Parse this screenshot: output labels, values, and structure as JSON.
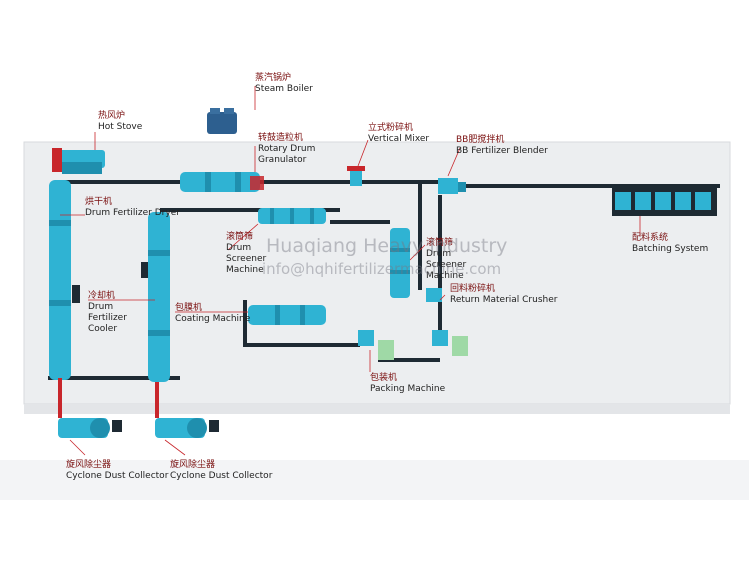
{
  "labels": {
    "steam_boiler": {
      "cn": "蒸汽锅炉",
      "en": "Steam Boiler"
    },
    "hot_stove": {
      "cn": "热风炉",
      "en": "Hot Stove"
    },
    "rotary_drum_granulator": {
      "cn": "转鼓造粒机",
      "en": "Rotary Drum Granulator"
    },
    "vertical_mixer": {
      "cn": "立式粉碎机",
      "en": "Vertical Mixer"
    },
    "bb_blender": {
      "cn": "BB肥搅拌机",
      "en": "BB Fertilizer Blender"
    },
    "dryer": {
      "cn": "烘干机",
      "en": "Drum Fertilizer Dryer"
    },
    "drum_screener_1": {
      "cn": "滚筒筛",
      "en": "Drum Screener Machine"
    },
    "drum_screener_2": {
      "cn": "滚筒筛",
      "en": "Drum Screener Machine"
    },
    "batching_system": {
      "cn": "配料系统",
      "en": "Batching System"
    },
    "cooler": {
      "cn": "冷却机",
      "en": "Drum Fertilizer Cooler"
    },
    "return_crusher": {
      "cn": "回料粉碎机",
      "en": "Return Material Crusher"
    },
    "coating_machine": {
      "cn": "包膜机",
      "en": "Coating Machine"
    },
    "packing_machine": {
      "cn": "包装机",
      "en": "Packing Machine"
    },
    "cyclone_1": {
      "cn": "旋风除尘器",
      "en": "Cyclone Dust Collector"
    },
    "cyclone_2": {
      "cn": "旋风除尘器",
      "en": "Cyclone Dust Collector"
    }
  },
  "watermark": {
    "company": "Huaqiang Heavy Industry",
    "email": "info@hqhifertilizermachine.com"
  },
  "colors": {
    "equipment": "#2fb3d3",
    "equipment_dark": "#1f8fae",
    "conveyor": "#1e2a33",
    "pipe_red": "#c8262b",
    "boiler": "#2d5f8f",
    "floor": "#eceef0"
  }
}
